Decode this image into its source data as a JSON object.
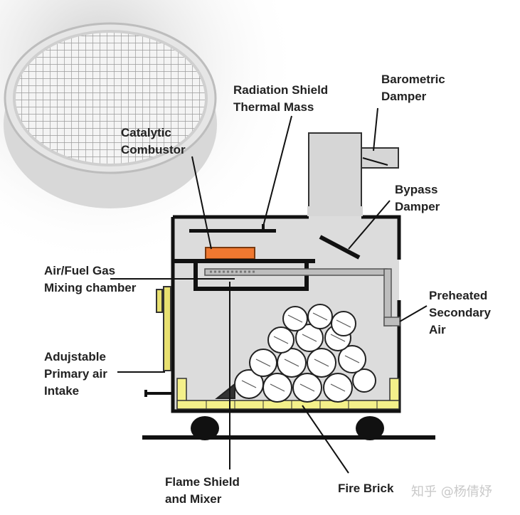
{
  "labels": {
    "barometric_damper": [
      "Barometric",
      "Damper"
    ],
    "radiation_shield": [
      "Radiation Shield",
      "Thermal Mass"
    ],
    "catalytic_combustor": [
      "Catalytic",
      "Combustor"
    ],
    "bypass_damper": [
      "Bypass",
      "Damper"
    ],
    "air_fuel_gas": [
      "Air/Fuel Gas",
      "Mixing chamber"
    ],
    "preheated_secondary_air": [
      "Preheated",
      "Secondary",
      "Air"
    ],
    "primary_air_intake": [
      "Adujstable",
      "Primary air",
      "Intake"
    ],
    "flame_shield": [
      "Flame Shield",
      "and Mixer"
    ],
    "fire_brick": "Fire Brick"
  },
  "watermark": "知乎 @杨倩妤",
  "colors": {
    "stove_interior": "#dcdcdc",
    "stove_wall": "#111111",
    "catalytic_combustor": "#f07830",
    "fire_brick": "#f4f08a",
    "door": "#e8e070",
    "wood_log": "#ffffff"
  }
}
